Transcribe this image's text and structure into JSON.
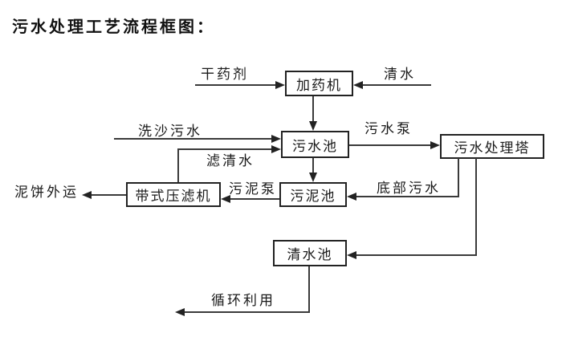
{
  "title": "污水处理工艺流程框图：",
  "diagram": {
    "nodes": {
      "dosing_machine": "加药机",
      "sewage_pool": "污水池",
      "treatment_tower": "污水处理塔",
      "sludge_pool": "污泥池",
      "belt_filter_press": "带式压滤机",
      "clear_water_pool": "清水池"
    },
    "labels": {
      "dry_agent": "干药剂",
      "clear_water": "清水",
      "sand_washing_sewage": "洗沙污水",
      "sewage_pump": "污水泵",
      "filtered_water": "滤清水",
      "mud_cake_out": "泥饼外运",
      "sludge_pump": "污泥泵",
      "bottom_sewage": "底部污水",
      "recycling": "循环利用"
    },
    "colors": {
      "background": "#ffffff",
      "line": "#3a3a3a",
      "box_border": "#222222",
      "text": "#1a1a1a"
    }
  }
}
